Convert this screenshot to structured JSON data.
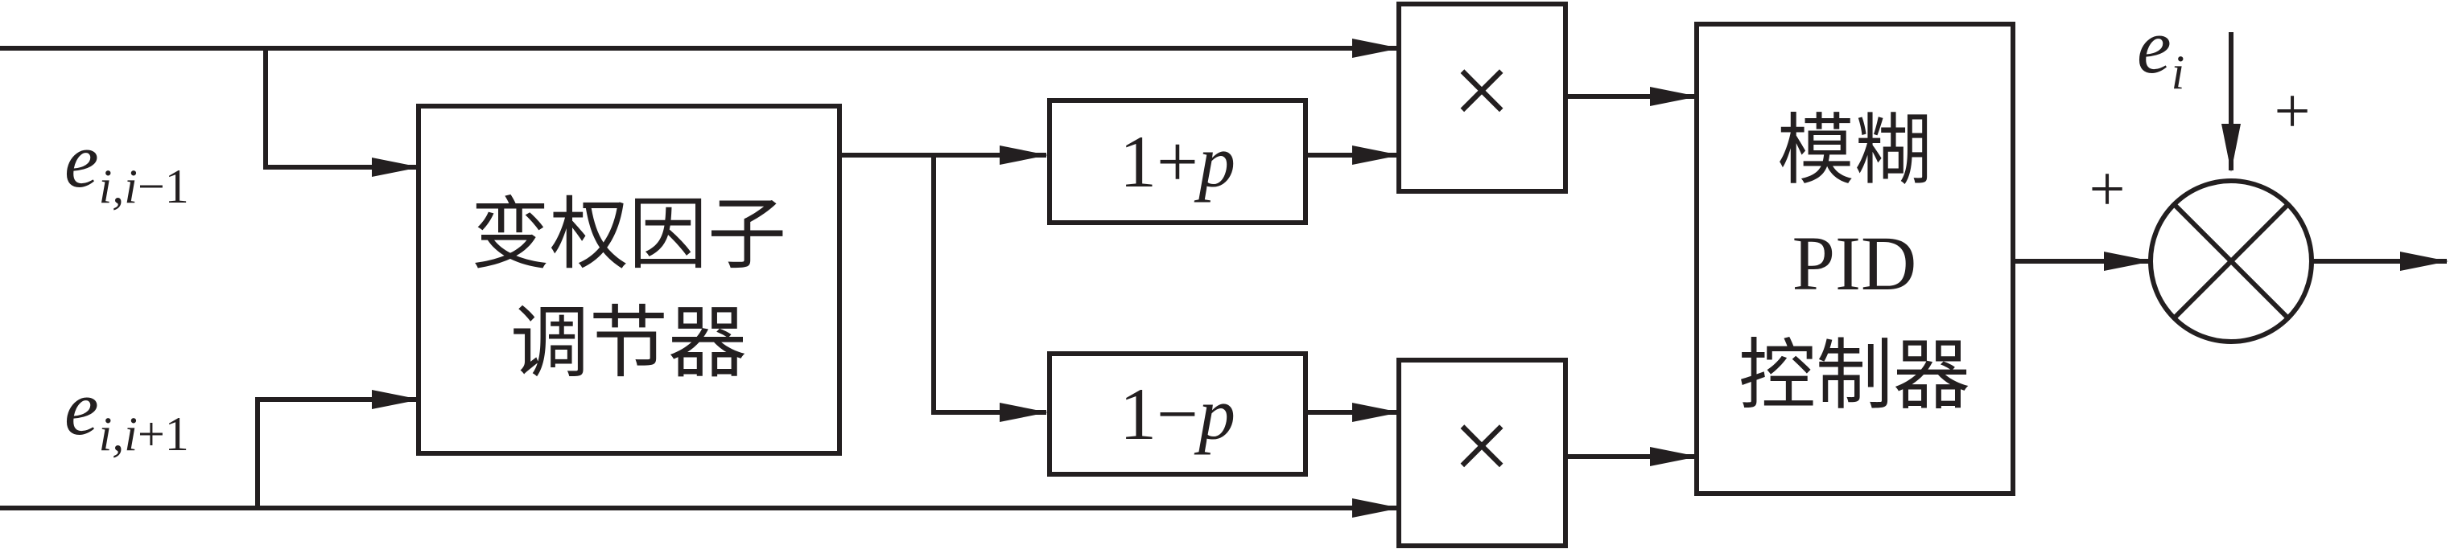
{
  "inputs": {
    "upper": {
      "symbol": "e",
      "subscript": "i,i",
      "suffix": "−1"
    },
    "lower": {
      "symbol": "e",
      "subscript": "i,i",
      "suffix": "+1"
    },
    "ei": {
      "symbol": "e",
      "subscript": "i"
    }
  },
  "blocks": {
    "weight_regulator": {
      "line1": "变权因子",
      "line2": "调节器"
    },
    "one_plus_p": {
      "num": "1+",
      "var": "p"
    },
    "one_minus_p": {
      "num": "1−",
      "var": "p"
    },
    "multiplier_top": {
      "symbol": "×"
    },
    "multiplier_bottom": {
      "symbol": "×"
    },
    "pid": {
      "line1": "模糊",
      "line2": "PID",
      "line3": "控制器"
    }
  },
  "summing": {
    "plus_top": "+",
    "plus_left": "+"
  }
}
